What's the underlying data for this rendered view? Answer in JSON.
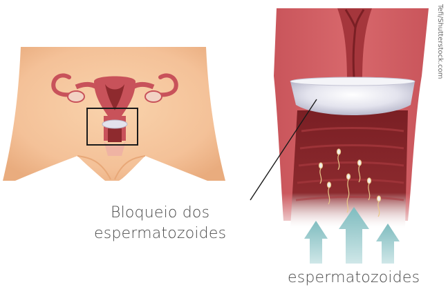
{
  "labels": {
    "block_line1": "Bloqueio dos",
    "block_line2": "espermatozoides",
    "sperm": "espermatozoides"
  },
  "credit": "Tefi/Shutterstock.com",
  "colors": {
    "skin": "#f6c49a",
    "uterus": "#c8525a",
    "tissue_dark": "#8e2a2e",
    "diaphragm": "#d9d9e6",
    "arrow": "#8ac3c6"
  }
}
